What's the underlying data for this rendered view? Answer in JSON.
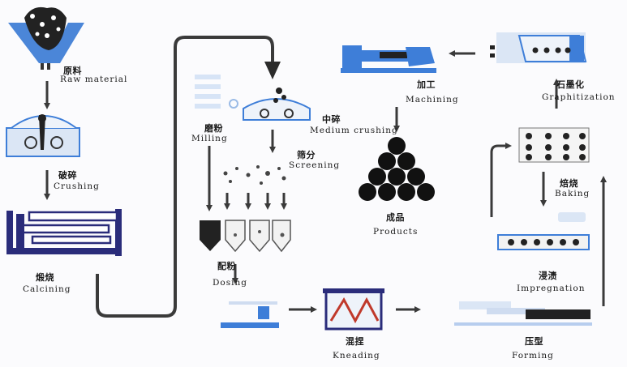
{
  "steps": {
    "raw_material": {
      "cn": "原料",
      "en": "Raw material"
    },
    "crushing": {
      "cn": "破碎",
      "en": "Crushing"
    },
    "calcining": {
      "cn": "煅烧",
      "en": "Calcining"
    },
    "milling": {
      "cn": "磨粉",
      "en": "Milling"
    },
    "medium_crushing": {
      "cn": "中碎",
      "en": "Medium crushing"
    },
    "screening": {
      "cn": "筛分",
      "en": "Screening"
    },
    "dosing": {
      "cn": "配粉",
      "en": "Dosing"
    },
    "kneading": {
      "cn": "混捏",
      "en": "Kneading"
    },
    "forming": {
      "cn": "压型",
      "en": "Forming"
    },
    "impregnation": {
      "cn": "浸渍",
      "en": "Impregnation"
    },
    "baking": {
      "cn": "焙烧",
      "en": "Baking"
    },
    "graphitization": {
      "cn": "石墨化",
      "en": "Graphitization"
    },
    "machining": {
      "cn": "加工",
      "en": "Machining"
    },
    "products": {
      "cn": "成品",
      "en": "Products"
    }
  },
  "colors": {
    "blue": "#3e7ed8",
    "navy": "#2a2c7a",
    "dark": "#1c1c1c",
    "gray": "#4a4a4a"
  }
}
